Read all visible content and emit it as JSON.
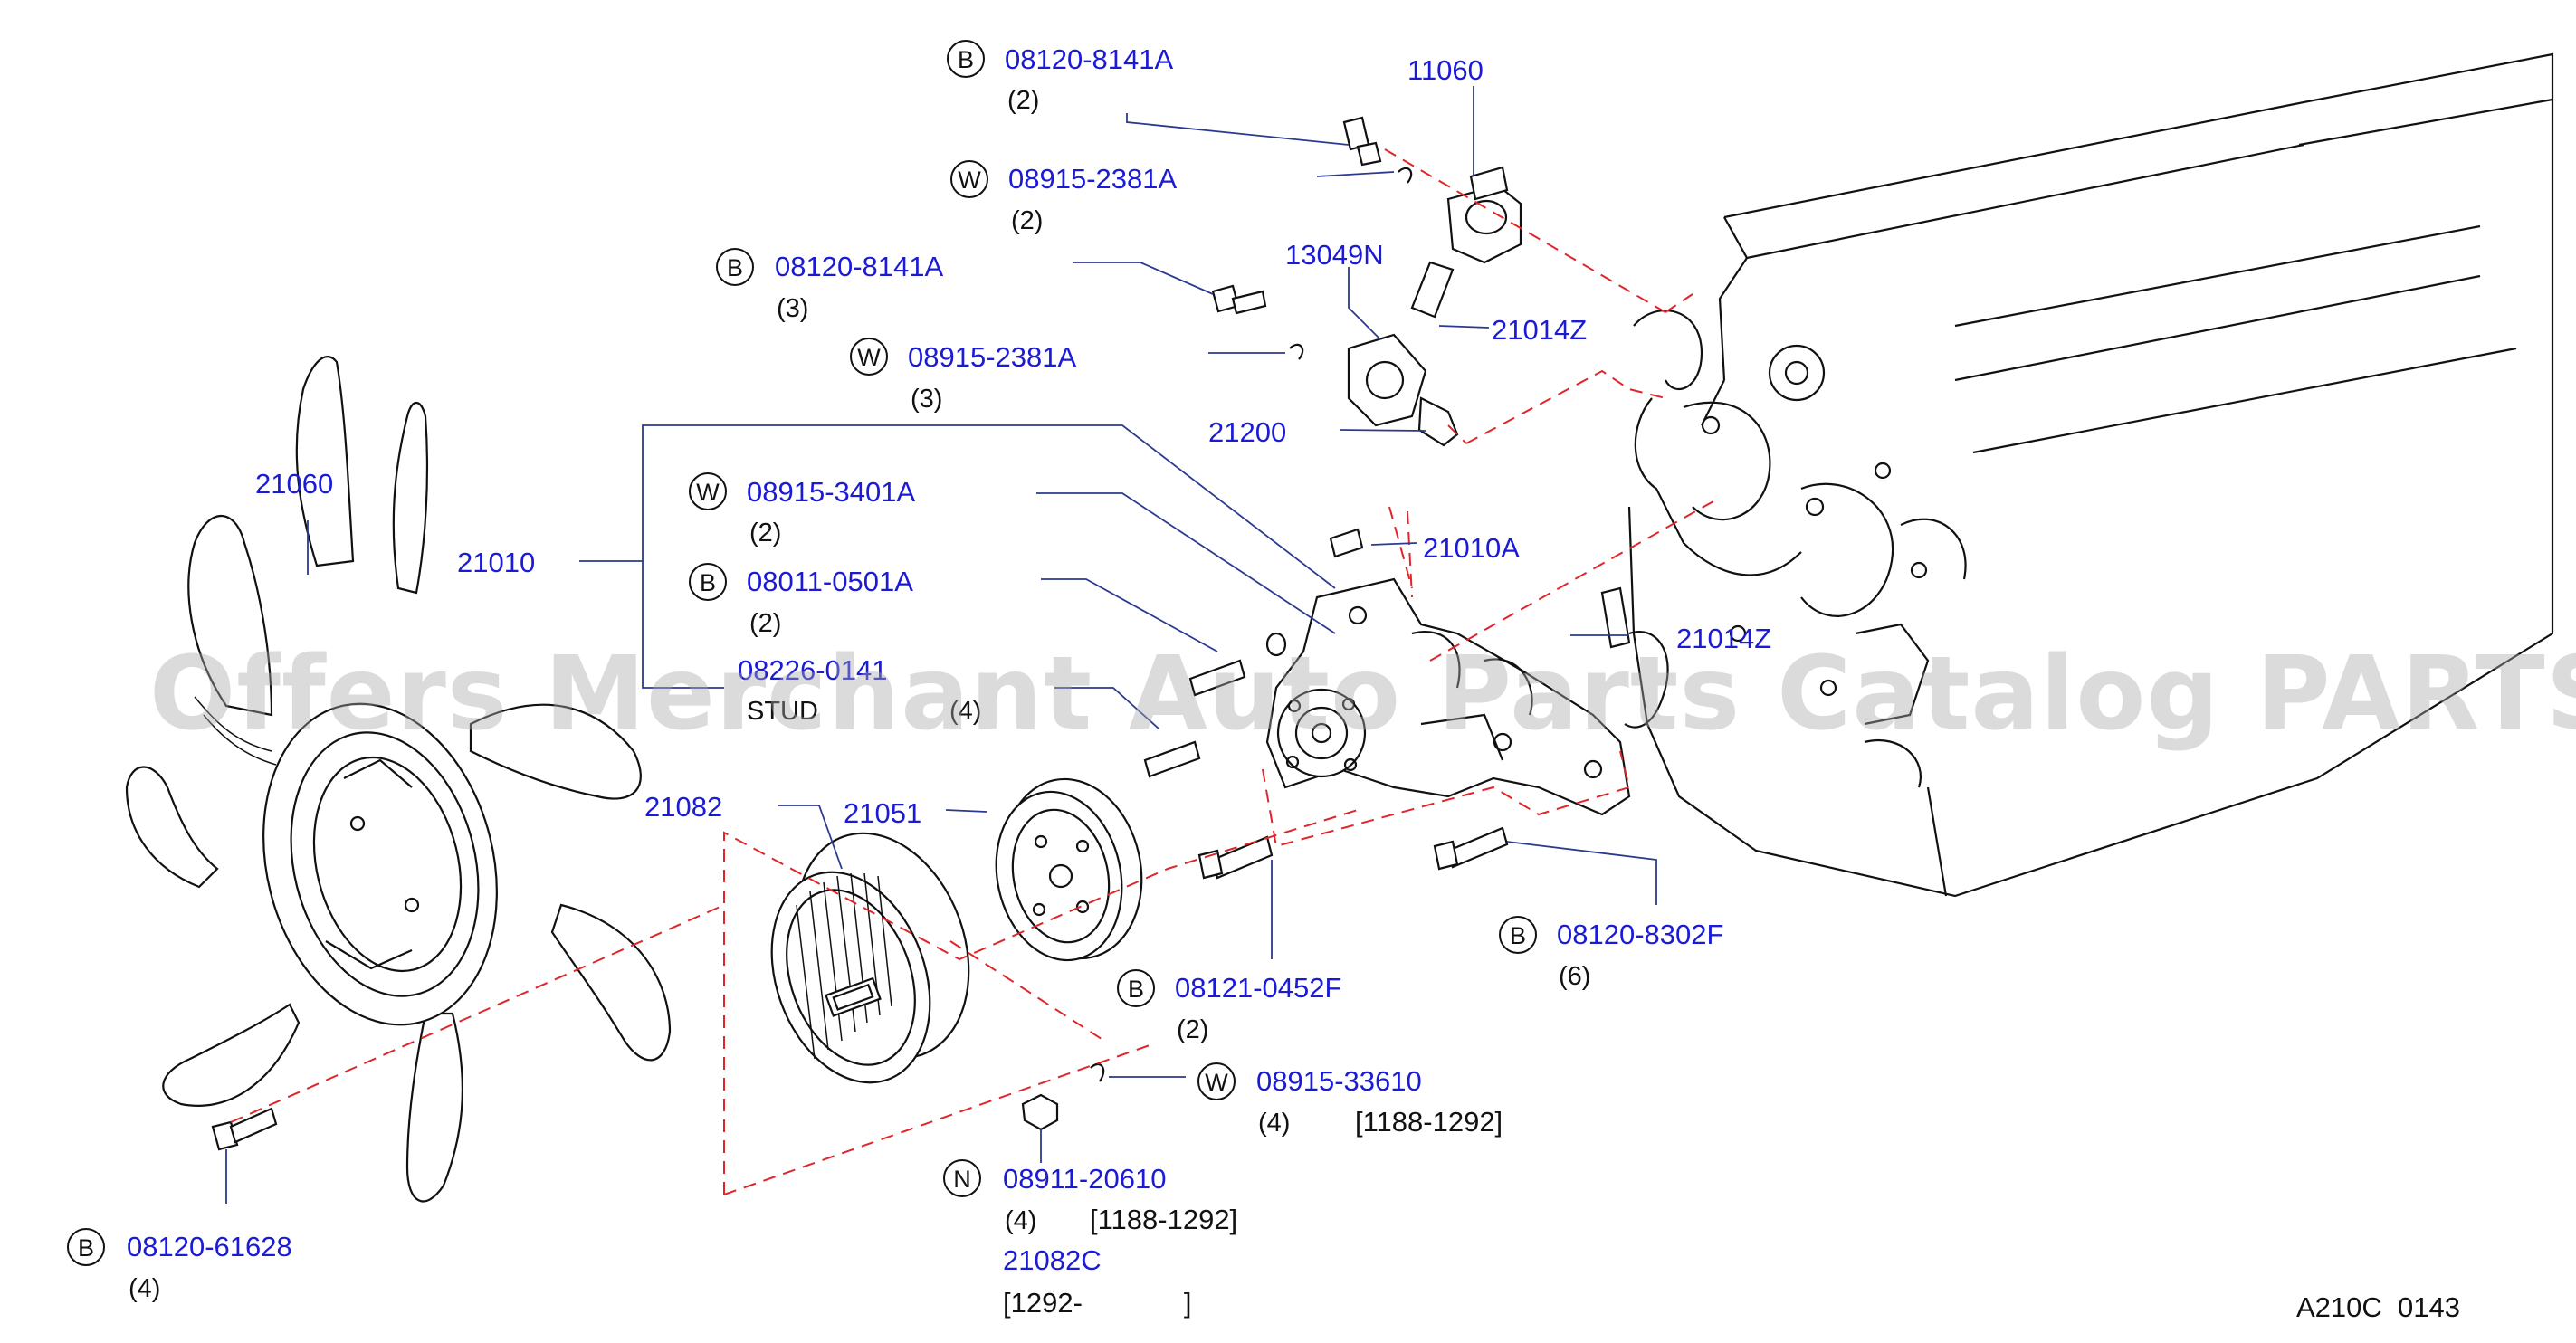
{
  "watermark": "Offers Merchant Auto Parts Catalog PARTSTORE.SA",
  "diagram_code": "A210C  0143",
  "callouts": {
    "c1": {
      "badge": "B",
      "part": "08120-8141A",
      "qty": "(2)"
    },
    "c2": {
      "badge": "W",
      "part": "08915-2381A",
      "qty": "(2)"
    },
    "c3": {
      "badge": "B",
      "part": "08120-8141A",
      "qty": "(3)"
    },
    "c4": {
      "badge": "W",
      "part": "08915-2381A",
      "qty": "(3)"
    },
    "c5": {
      "badge": "W",
      "part": "08915-3401A",
      "qty": "(2)"
    },
    "c6": {
      "badge": "B",
      "part": "08011-0501A",
      "qty": "(2)"
    },
    "c7": {
      "part": "08226-0141",
      "qty": "STUD                  (4)"
    },
    "c8": {
      "badge": "B",
      "part": "08120-8302F",
      "qty": "(6)"
    },
    "c9": {
      "badge": "B",
      "part": "08121-0452F",
      "qty": "(2)"
    },
    "c10": {
      "badge": "W",
      "part": "08915-33610",
      "qty": "(4)",
      "range": "[1188-1292]"
    },
    "c11": {
      "badge": "N",
      "part": "08911-20610",
      "qty": "(4)",
      "range": "[1188-1292]"
    },
    "c12": {
      "part": "21082C",
      "range": "[1292-             ]"
    },
    "c13": {
      "badge": "B",
      "part": "08120-61628",
      "qty": "(4)"
    }
  },
  "labels": {
    "p11060": "11060",
    "p13049N": "13049N",
    "p21014Z_a": "21014Z",
    "p21200": "21200",
    "p21060": "21060",
    "p21010": "21010",
    "p21010A": "21010A",
    "p21014Z_b": "21014Z",
    "p21082": "21082",
    "p21051": "21051"
  }
}
